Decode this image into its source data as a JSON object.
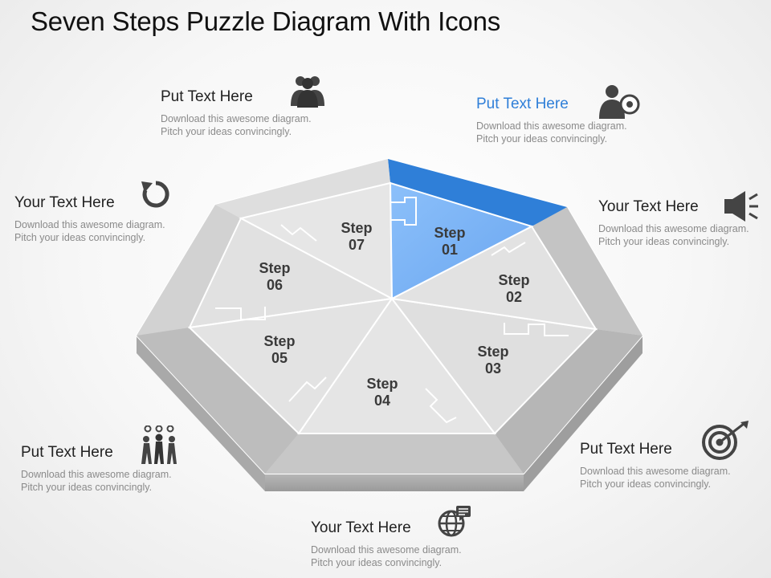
{
  "title": "Seven Steps Puzzle Diagram With Icons",
  "colors": {
    "accent": "#2f7fd8",
    "highlight": "#7fb4f5",
    "panel": "#dcdcdc"
  },
  "steps": [
    {
      "l1": "Step",
      "l2": "01"
    },
    {
      "l1": "Step",
      "l2": "02"
    },
    {
      "l1": "Step",
      "l2": "03"
    },
    {
      "l1": "Step",
      "l2": "04"
    },
    {
      "l1": "Step",
      "l2": "05"
    },
    {
      "l1": "Step",
      "l2": "06"
    },
    {
      "l1": "Step",
      "l2": "07"
    }
  ],
  "callouts": {
    "c1": {
      "heading": "Put Text Here",
      "line1": "Download this awesome diagram.",
      "line2": "Pitch your ideas convincingly.",
      "icon": "team-icon"
    },
    "c2": {
      "heading": "Put Text Here",
      "line1": "Download this awesome diagram.",
      "line2": "Pitch your ideas convincingly.",
      "icon": "person-search-icon"
    },
    "c3": {
      "heading": "Your Text Here",
      "line1": "Download this awesome diagram.",
      "line2": "Pitch your ideas convincingly.",
      "icon": "refresh-icon"
    },
    "c4": {
      "heading": "Your Text Here",
      "line1": "Download this awesome diagram.",
      "line2": "Pitch your ideas convincingly.",
      "icon": "megaphone-icon"
    },
    "c5": {
      "heading": "Put Text Here",
      "line1": "Download this awesome diagram.",
      "line2": "Pitch your ideas convincingly.",
      "icon": "collaboration-icon"
    },
    "c6": {
      "heading": "Put Text Here",
      "line1": "Download this awesome diagram.",
      "line2": "Pitch your ideas convincingly.",
      "icon": "target-icon"
    },
    "c7": {
      "heading": "Your Text Here",
      "line1": "Download this awesome diagram.",
      "line2": "Pitch your ideas convincingly.",
      "icon": "globe-chat-icon"
    }
  }
}
